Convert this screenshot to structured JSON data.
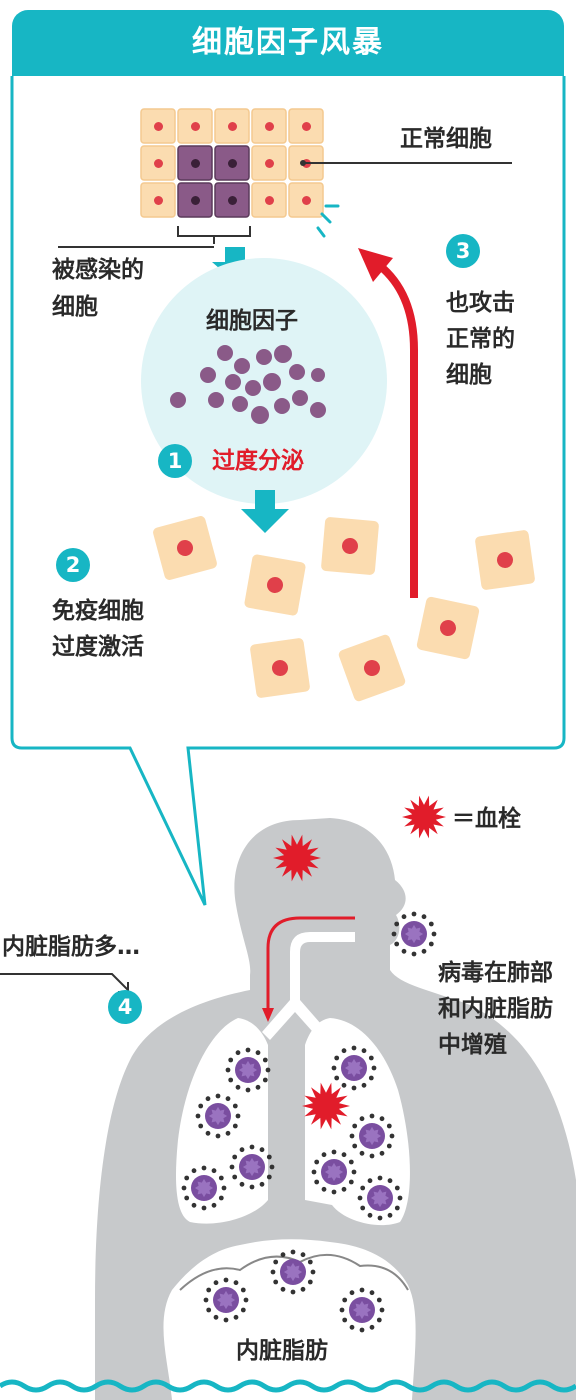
{
  "title": "细胞因子风暴",
  "labels": {
    "normal_cells": "正常细胞",
    "infected_line1": "被感染的",
    "infected_line2": "细胞",
    "cytokine": "细胞因子",
    "over_secretion": "过度分泌",
    "immune_line1": "免疫细胞",
    "immune_line2": "过度激活",
    "attack_line1": "也攻击",
    "attack_line2": "正常的",
    "attack_line3": "细胞",
    "clot_legend": "＝血栓",
    "visceral_many": "内脏脂肪多…",
    "virus_line1": "病毒在肺部",
    "virus_line2": "和内脏脂肪",
    "virus_line3": "中增殖",
    "visceral_fat": "内脏脂肪"
  },
  "steps": [
    "1",
    "2",
    "3",
    "4"
  ],
  "colors": {
    "accent": "#17b6c4",
    "cell_fill": "#fbdcb0",
    "cell_nucleus": "#e0404a",
    "infected_fill": "#8a5a88",
    "cytokine_dot": "#8a5a88",
    "clot": "#e11c2a",
    "body": "#c7c9cb",
    "virus": "#7a4ea0"
  },
  "icons": [
    "arrow-down-icon",
    "arrow-up-icon",
    "blood-clot-icon",
    "virus-icon",
    "wave-icon"
  ]
}
